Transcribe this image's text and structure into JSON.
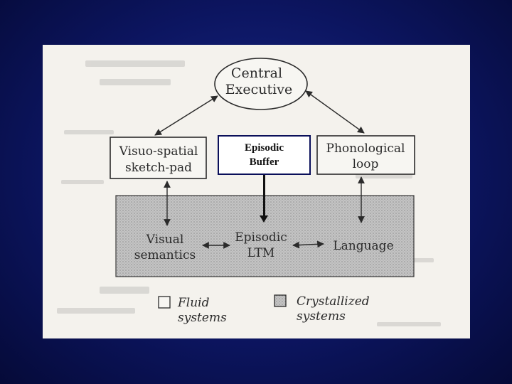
{
  "diagram": {
    "central_executive": {
      "line1": "Central",
      "line2": "Executive"
    },
    "visuo_spatial": {
      "line1": "Visuo-spatial",
      "line2": "sketch-pad"
    },
    "phonological": {
      "line1": "Phonological",
      "line2": "loop"
    },
    "visual_semantics": {
      "line1": "Visual",
      "line2": "semantics"
    },
    "episodic_ltm": {
      "line1": "Episodic",
      "line2": "LTM"
    },
    "language": {
      "label": "Language"
    },
    "legend": {
      "fluid": {
        "line1": "Fluid",
        "line2": "systems"
      },
      "crystallized": {
        "line1": "Crystallized",
        "line2": "systems"
      }
    }
  },
  "episodic_buffer": {
    "line1": "Episodic",
    "line2": "Buffer"
  },
  "colors": {
    "background": "#0c1560",
    "buffer_border": "#0a0f5a",
    "figure_paper": "#f4f2ed",
    "crystallized_fill": "#bdbdbd"
  }
}
